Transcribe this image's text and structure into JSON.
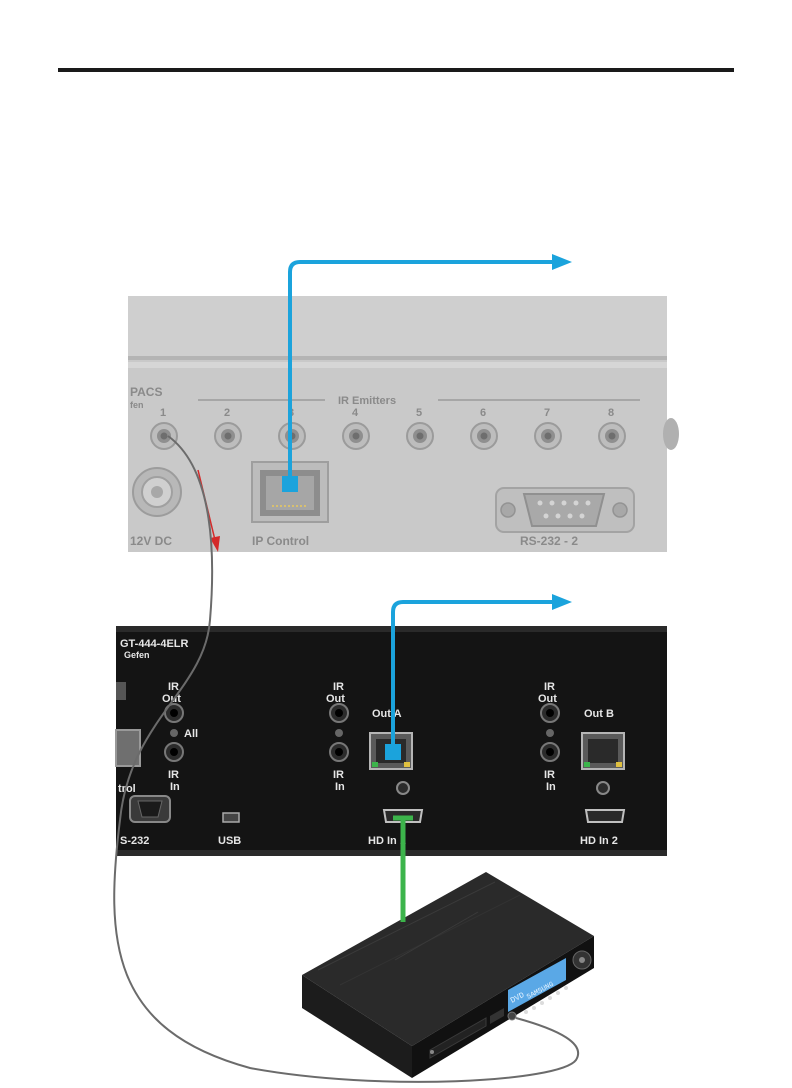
{
  "top_panel": {
    "brand_fragment": "PACS",
    "brand_sub_fragment": "fen",
    "ir_emitters_label": "IR Emitters",
    "port_numbers": [
      "1",
      "2",
      "3",
      "4",
      "5",
      "6",
      "7",
      "8"
    ],
    "power_label": "12V DC",
    "ip_control_label": "IP Control",
    "rs232_label": "RS-232 - 2"
  },
  "bottom_panel": {
    "model_fragment": "GT-444-4ELR",
    "brand_fragment": "Gefen",
    "ir_out_label_1": "IR",
    "ir_out_label_2": "Out",
    "ir_in_label_1": "IR",
    "ir_in_label_2": "In",
    "all_label": "All",
    "control_fragment": "trol",
    "rs232_fragment": "S-232",
    "usb_label": "USB",
    "out_a_label": "Out A",
    "out_b_label": "Out B",
    "hd_in_1_label": "HD In 1",
    "hd_in_2_label": "HD In 2"
  },
  "device": {
    "display_text_1": "DVD",
    "display_text_2": "SAMSUNG"
  },
  "colors": {
    "network_cable": "#1ba3dc",
    "hdmi_cable": "#3cb44b",
    "ir_cable": "#6b6b6b",
    "direction_arrow": "#d42a2a"
  }
}
